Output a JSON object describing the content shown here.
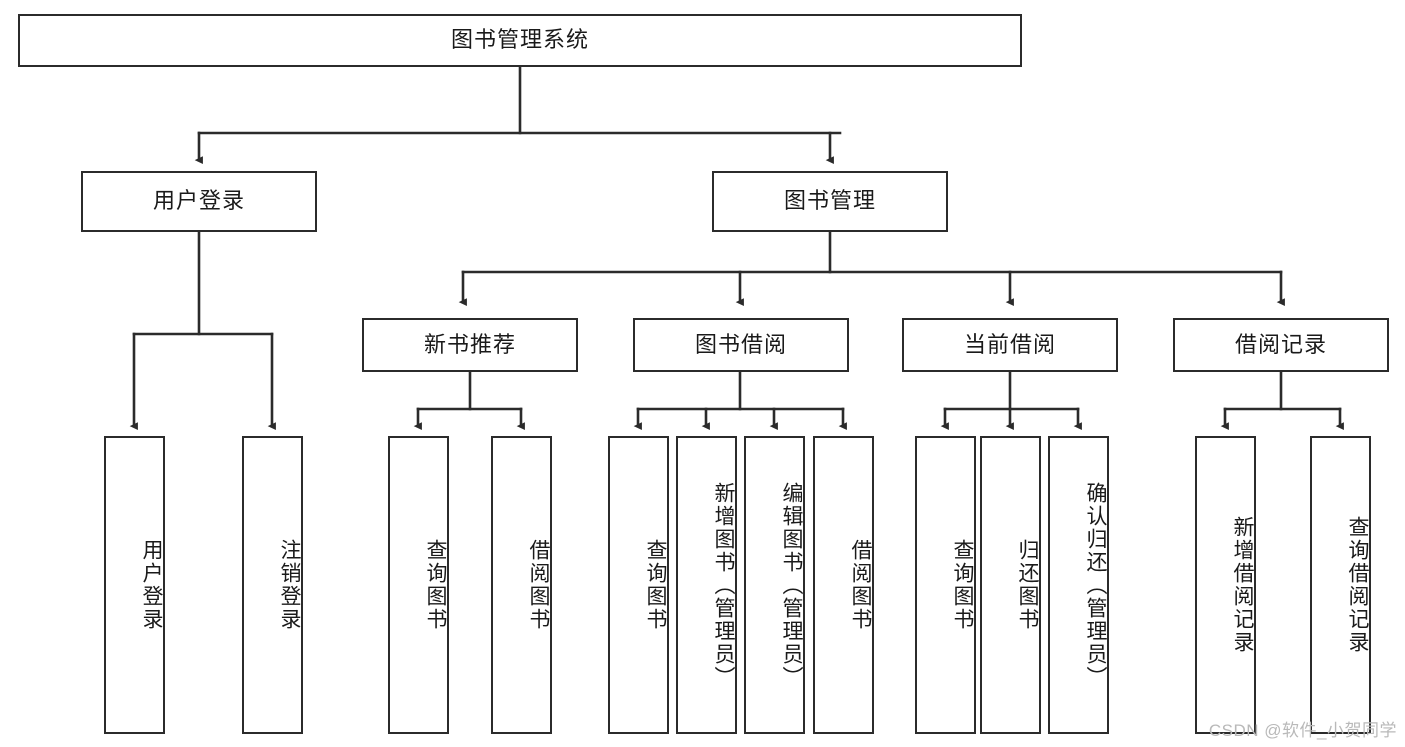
{
  "diagram": {
    "type": "tree",
    "title": "图书管理系统",
    "watermark": "CSDN @软件_小贺同学",
    "colors": {
      "stroke": "#2b2b2b",
      "fill": "#ffffff",
      "text": "#1a1a1a",
      "watermark": "#b9b9b9"
    },
    "nodes": {
      "root": {
        "label": "图书管理系统"
      },
      "level2": [
        {
          "id": "user-login",
          "label": "用户登录"
        },
        {
          "id": "book-management",
          "label": "图书管理"
        }
      ],
      "level3": [
        {
          "id": "new-book-recommend",
          "label": "新书推荐"
        },
        {
          "id": "book-borrow",
          "label": "图书借阅"
        },
        {
          "id": "current-borrow",
          "label": "当前借阅"
        },
        {
          "id": "borrow-record",
          "label": "借阅记录"
        }
      ],
      "leaves": {
        "user-login": [
          {
            "id": "leaf-user-login",
            "label": "用户登录"
          },
          {
            "id": "leaf-user-logout",
            "label": "注销登录"
          }
        ],
        "new-book-recommend": [
          {
            "id": "leaf-query-book-1",
            "label": "查询图书"
          },
          {
            "id": "leaf-borrow-book-1",
            "label": "借阅图书"
          }
        ],
        "book-borrow": [
          {
            "id": "leaf-query-book-2",
            "label": "查询图书"
          },
          {
            "id": "leaf-add-book",
            "label": "新增图书（管理员）"
          },
          {
            "id": "leaf-edit-book",
            "label": "编辑图书（管理员）"
          },
          {
            "id": "leaf-borrow-book-2",
            "label": "借阅图书"
          }
        ],
        "current-borrow": [
          {
            "id": "leaf-query-book-3",
            "label": "查询图书"
          },
          {
            "id": "leaf-return-book",
            "label": "归还图书"
          },
          {
            "id": "leaf-confirm-return",
            "label": "确认归还（管理员）"
          }
        ],
        "borrow-record": [
          {
            "id": "leaf-add-record",
            "label": "新增借阅记录"
          },
          {
            "id": "leaf-query-record",
            "label": "查询借阅记录"
          }
        ]
      }
    }
  }
}
